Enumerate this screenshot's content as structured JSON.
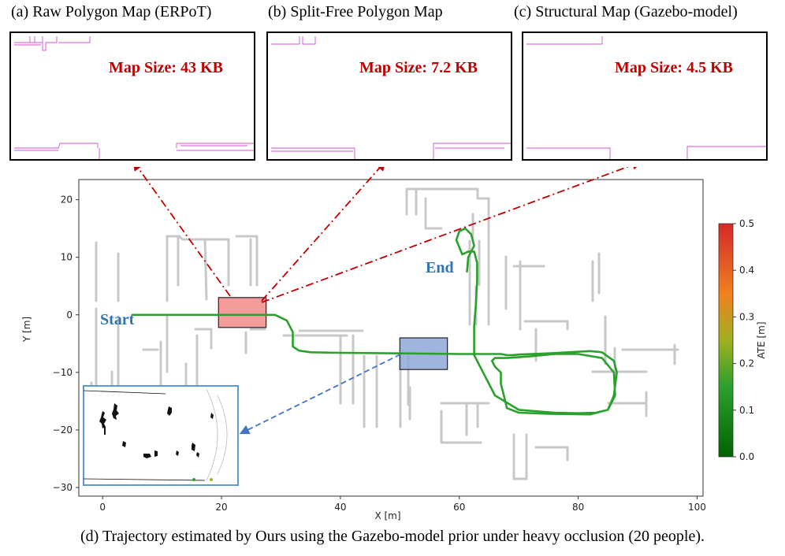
{
  "panels": [
    {
      "title": "(a) Raw Polygon Map (ERPoT)",
      "map_size": "Map Size: 43 KB"
    },
    {
      "title": "(b) Split-Free Polygon Map",
      "map_size": "Map Size: 7.2 KB"
    },
    {
      "title": "(c) Structural Map (Gazebo-model)",
      "map_size": "Map Size: 4.5 KB"
    }
  ],
  "caption": "(d) Trajectory estimated by Ours using the Gazebo-model prior under heavy occlusion (20 people).",
  "colors": {
    "map_size_text": "#c00000",
    "polygon_lines": "#d64fd6",
    "trajectory": "#2ca02c",
    "start_end_text": "#2e75b6",
    "red_box": "#f28b8b",
    "blue_box": "#8fa7d8",
    "red_arrow": "#c00000",
    "blue_arrow": "#4472c4"
  },
  "chart_data": {
    "type": "line",
    "xlabel": "X [m]",
    "ylabel": "Y [m]",
    "xlim": [
      -4,
      101
    ],
    "ylim": [
      -31.5,
      23.5
    ],
    "x_ticks": [
      0,
      20,
      40,
      60,
      80,
      100
    ],
    "y_ticks": [
      20,
      10,
      0,
      -10,
      -20,
      -30
    ],
    "grid": false,
    "annotations": {
      "start": "Start",
      "end": "End"
    },
    "regions": [
      {
        "name": "red",
        "x": [
          19.5,
          27.5
        ],
        "y": [
          -2.2,
          3
        ]
      },
      {
        "name": "blue",
        "x": [
          50,
          58
        ],
        "y": [
          -9.5,
          -4
        ]
      }
    ],
    "colorbar": {
      "label": "ATE [m]",
      "range": [
        0.0,
        0.5
      ],
      "ticks": [
        "0.0",
        "0.1",
        "0.2",
        "0.3",
        "0.4",
        "0.5"
      ],
      "colormap": [
        "#006400",
        "#2ca02c",
        "#a0b020",
        "#f08020",
        "#d62728"
      ]
    },
    "series": [
      {
        "x": [
          5,
          15,
          25,
          29,
          31,
          32,
          32,
          33,
          35,
          40,
          50,
          60,
          67,
          68,
          69,
          70,
          75,
          82,
          84,
          86,
          86.5,
          86,
          85,
          82,
          75,
          70,
          68,
          67.5,
          67,
          67,
          66,
          65.5,
          66,
          68,
          72,
          76,
          80,
          84,
          86,
          86.2,
          85,
          83,
          80,
          76,
          70,
          66,
          62.5,
          62.5,
          62.8,
          63,
          63,
          62.5,
          61.5,
          60.5,
          59.5,
          60,
          61,
          62,
          62.5,
          62,
          61.5,
          61.3
        ],
        "y": [
          0,
          0,
          0,
          0,
          -1,
          -3,
          -5.5,
          -6.2,
          -6.5,
          -6.6,
          -6.7,
          -6.8,
          -6.8,
          -7,
          -7,
          -6.9,
          -6.7,
          -6.3,
          -6.5,
          -8,
          -10,
          -14,
          -16.5,
          -17.3,
          -17.2,
          -17,
          -16.2,
          -14,
          -12,
          -10,
          -9,
          -8,
          -7.5,
          -7.5,
          -7.2,
          -6.8,
          -6.8,
          -7.5,
          -10,
          -14,
          -16.5,
          -17,
          -17.1,
          -17,
          -16.5,
          -14,
          -7,
          -2,
          2,
          6,
          9,
          11,
          11,
          10.5,
          13,
          14.5,
          15,
          14,
          12,
          11,
          10,
          7.5
        ]
      }
    ]
  }
}
